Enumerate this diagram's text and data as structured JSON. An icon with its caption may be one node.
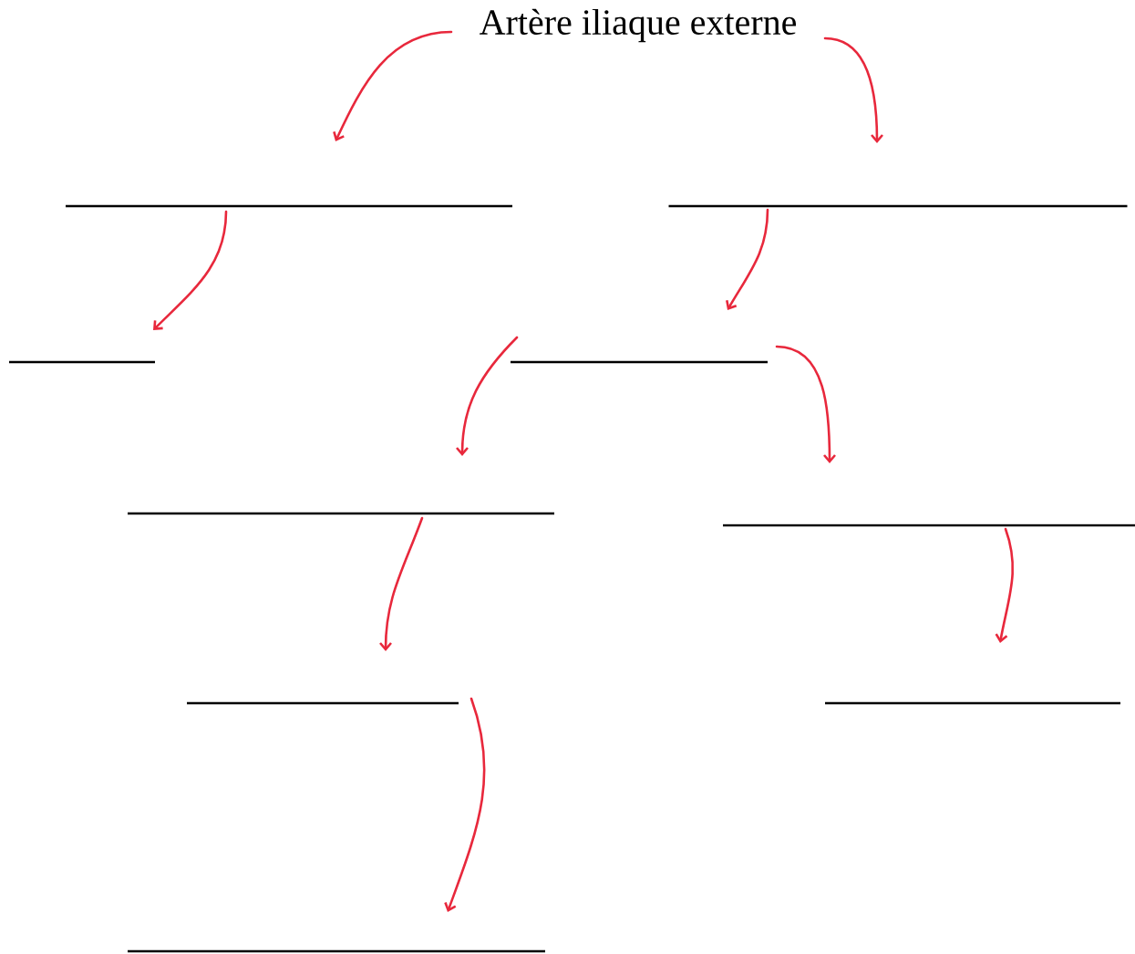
{
  "diagram": {
    "nodes": [
      {
        "text": [
          "Artère iliaque externe"
        ]
      },
      {
        "text": [],
        "shape": "line"
      },
      {
        "text": [],
        "shape": "line"
      },
      {
        "text": [],
        "shape": "line"
      },
      {
        "text": [],
        "shape": "line"
      },
      {
        "text": [],
        "shape": "line"
      },
      {
        "text": [],
        "shape": "line"
      },
      {
        "text": [],
        "shape": "line"
      },
      {
        "text": [],
        "shape": "line"
      },
      {
        "text": [],
        "shape": "line"
      }
    ],
    "edges": [
      {
        "from": 0,
        "to": 1,
        "arrow": "to"
      },
      {
        "from": 0,
        "to": 2,
        "arrow": "to"
      },
      {
        "from": 1,
        "to": 3,
        "arrow": "to"
      },
      {
        "from": 2,
        "to": 4,
        "arrow": "to"
      },
      {
        "from": 4,
        "to": 5,
        "arrow": "to"
      },
      {
        "from": 4,
        "to": 6,
        "arrow": "to"
      },
      {
        "from": 5,
        "to": 7,
        "arrow": "to"
      },
      {
        "from": 6,
        "to": 8,
        "arrow": "to"
      },
      {
        "from": 7,
        "to": 9,
        "arrow": "to"
      }
    ]
  }
}
